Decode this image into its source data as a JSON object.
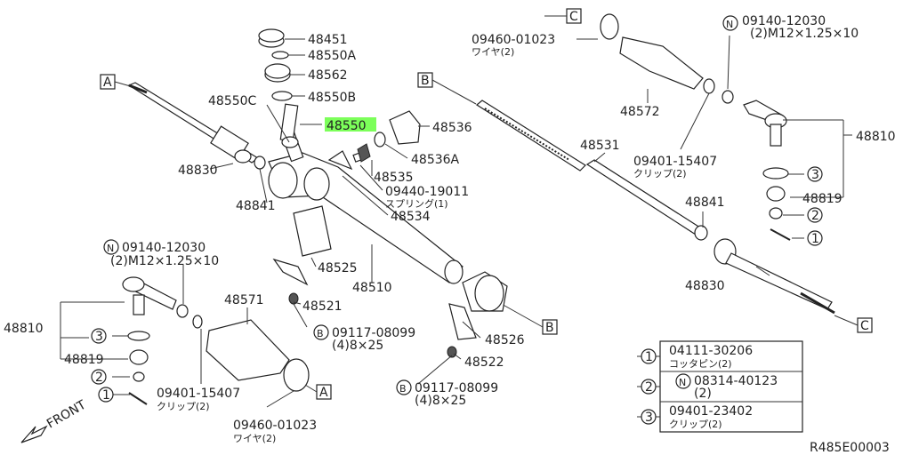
{
  "callouts": {
    "a": "A",
    "b": "B",
    "c": "C"
  },
  "markers": {
    "m1": "1",
    "m2": "2",
    "m3": "3",
    "n": "N",
    "b": "B"
  },
  "labels": {
    "p48451": "48451",
    "p48550a": "48550A",
    "p48562": "48562",
    "p48550b": "48550B",
    "p48550c": "48550C",
    "p48550": "48550",
    "p48536": "48536",
    "p48536a": "48536A",
    "p48535": "48535",
    "spring_code": "09440-19011",
    "spring_name": "スプリング(1)",
    "p48534": "48534",
    "p48830": "48830",
    "p48841": "48841",
    "p48525": "48525",
    "p48510": "48510",
    "p48521": "48521",
    "p48571": "48571",
    "bolt_code": "09117-08099",
    "bolt_size": "(4)8×25",
    "p48526": "48526",
    "p48522": "48522",
    "clip_code": "09401-15407",
    "clip_name": "クリップ(2)",
    "wire_code": "09460-01023",
    "wire_name": "ワイヤ(2)",
    "nut_code": "09140-12030",
    "nut_size": "(2)M12×1.25×10",
    "p48810": "48810",
    "p48819": "48819",
    "p48572": "48572",
    "p48531": "48531"
  },
  "legend": [
    {
      "code": "04111-30206",
      "name": "コッタピン(2)"
    },
    {
      "code": "08314-40123",
      "name": "(2)"
    },
    {
      "code": "09401-23402",
      "name": "クリップ(2)"
    }
  ],
  "front_label": "FRONT",
  "diagram_id": "R485E00003",
  "colors": {
    "highlight": "#7CFF5A",
    "line": "#222222",
    "background": "#ffffff"
  }
}
